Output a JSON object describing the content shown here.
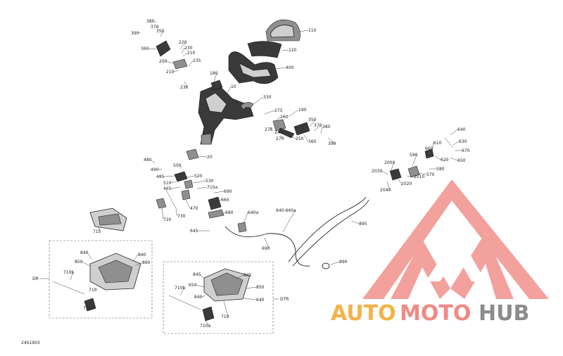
{
  "callouts": [
    {
      "id": "c380a",
      "text": "380"
    },
    {
      "id": "c370a",
      "text": "370"
    },
    {
      "id": "c350a",
      "text": "350"
    },
    {
      "id": "c390a",
      "text": "390"
    },
    {
      "id": "c360a",
      "text": "360"
    },
    {
      "id": "c220",
      "text": "220"
    },
    {
      "id": "c230",
      "text": "230"
    },
    {
      "id": "c210a",
      "text": "210"
    },
    {
      "id": "c200",
      "text": "200"
    },
    {
      "id": "c235",
      "text": "235"
    },
    {
      "id": "c210b",
      "text": "210"
    },
    {
      "id": "c236",
      "text": "236"
    },
    {
      "id": "c180",
      "text": "180"
    },
    {
      "id": "c10",
      "text": "10"
    },
    {
      "id": "c110",
      "text": "110"
    },
    {
      "id": "c120",
      "text": "120"
    },
    {
      "id": "c400",
      "text": "400"
    },
    {
      "id": "c330",
      "text": "330"
    },
    {
      "id": "c275",
      "text": "275"
    },
    {
      "id": "c190",
      "text": "190"
    },
    {
      "id": "c260",
      "text": "260"
    },
    {
      "id": "c276",
      "text": "276"
    },
    {
      "id": "c240",
      "text": "240"
    },
    {
      "id": "c270",
      "text": "270"
    },
    {
      "id": "c250",
      "text": "250"
    },
    {
      "id": "c350b",
      "text": "350"
    },
    {
      "id": "c370b",
      "text": "370"
    },
    {
      "id": "c380b",
      "text": "380"
    },
    {
      "id": "c360b",
      "text": "360"
    },
    {
      "id": "c390b",
      "text": "390"
    },
    {
      "id": "c20",
      "text": "20"
    },
    {
      "id": "c480",
      "text": "480"
    },
    {
      "id": "c490",
      "text": "490"
    },
    {
      "id": "c500",
      "text": "500"
    },
    {
      "id": "c485",
      "text": "485"
    },
    {
      "id": "c510",
      "text": "510"
    },
    {
      "id": "c520",
      "text": "520"
    },
    {
      "id": "c465",
      "text": "465"
    },
    {
      "id": "c530",
      "text": "530"
    },
    {
      "id": "c710a_top",
      "text": "710a"
    },
    {
      "id": "c690",
      "text": "690"
    },
    {
      "id": "c470",
      "text": "470"
    },
    {
      "id": "c660",
      "text": "660"
    },
    {
      "id": "c680",
      "text": "680"
    },
    {
      "id": "c720",
      "text": "720"
    },
    {
      "id": "c730",
      "text": "730"
    },
    {
      "id": "c715",
      "text": "715"
    },
    {
      "id": "c645",
      "text": "645"
    },
    {
      "id": "c640a",
      "text": "640a"
    },
    {
      "id": "c640b",
      "text": "640-640a"
    },
    {
      "id": "c690b",
      "text": "690"
    },
    {
      "id": "c895",
      "text": "895"
    },
    {
      "id": "c890",
      "text": "890"
    },
    {
      "id": "c640c",
      "text": "640"
    },
    {
      "id": "c630",
      "text": "630"
    },
    {
      "id": "c610",
      "text": "610"
    },
    {
      "id": "c670",
      "text": "670"
    },
    {
      "id": "c660b",
      "text": "660"
    },
    {
      "id": "c620",
      "text": "620"
    },
    {
      "id": "c650",
      "text": "650"
    },
    {
      "id": "c590",
      "text": "590"
    },
    {
      "id": "c580",
      "text": "580"
    },
    {
      "id": "c570",
      "text": "570"
    },
    {
      "id": "c2000",
      "text": "2000"
    },
    {
      "id": "c2030",
      "text": "2030"
    },
    {
      "id": "c2040",
      "text": "2040"
    },
    {
      "id": "c2020",
      "text": "2020"
    },
    {
      "id": "c2010",
      "text": "2010"
    },
    {
      "id": "c840a",
      "text": "840"
    },
    {
      "id": "c850a",
      "text": "850"
    },
    {
      "id": "c840b",
      "text": "840"
    },
    {
      "id": "c860a",
      "text": "860"
    },
    {
      "id": "c710b_l",
      "text": "710b"
    },
    {
      "id": "c710_l",
      "text": "710"
    },
    {
      "id": "c710a_l",
      "text": "710a"
    },
    {
      "id": "c845",
      "text": "845"
    },
    {
      "id": "c845b",
      "text": "845"
    },
    {
      "id": "c650b",
      "text": "650"
    },
    {
      "id": "c850b",
      "text": "850"
    },
    {
      "id": "c710b_r",
      "text": "710b"
    },
    {
      "id": "c840c",
      "text": "840"
    },
    {
      "id": "c640d",
      "text": "640"
    },
    {
      "id": "c710_r",
      "text": "710"
    },
    {
      "id": "c710a_r",
      "text": "710a"
    }
  ],
  "boxes": {
    "left_label": "DR",
    "right_label": "DTR"
  },
  "figure_code": "24S1903",
  "watermark": {
    "part1": "AUTO",
    "part2": "MOTO",
    "part3": "HUB"
  },
  "colors": {
    "logo_red": "#f08a85",
    "logo_orange": "#f3b24a",
    "logo_gray": "#8b8b8b",
    "ink": "#222222"
  }
}
